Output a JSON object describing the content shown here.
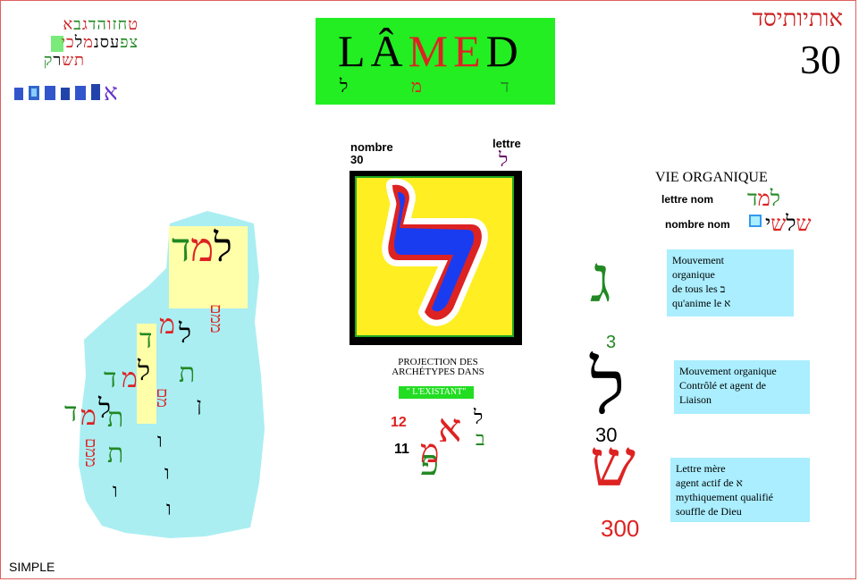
{
  "title": {
    "letters": [
      "L",
      "Â",
      "M",
      "E",
      "D"
    ],
    "letter_colors": [
      "#000000",
      "#000000",
      "#dd2222",
      "#dd2222",
      "#000000"
    ],
    "hebrew": [
      "ל",
      "מ",
      "ד"
    ],
    "hebrew_colors": [
      "#000000",
      "#dd2222",
      "#228822"
    ]
  },
  "corner": {
    "heading": "אותיותיסד",
    "number": "30"
  },
  "alphabet": {
    "row1": [
      "ט",
      "ח",
      "ז",
      "ו",
      "ה",
      "ד",
      "ג",
      "ב",
      "א"
    ],
    "row1_colors": [
      "#cc2222",
      "#228822",
      "#228822",
      "#cc2222",
      "#228822",
      "#228822",
      "#cc2222",
      "#228822",
      "#cc2222"
    ],
    "row2": [
      "צ",
      "פ",
      "ע",
      "ס",
      "נ",
      "מ",
      "ל",
      "כ",
      "י"
    ],
    "row2_colors": [
      "#228822",
      "#228822",
      "#000000",
      "#000000",
      "#000000",
      "#cc2222",
      "#000000",
      "#cc2222",
      "#cc2222"
    ],
    "row3": [
      "ת",
      "ש",
      "ר",
      "ק"
    ],
    "row3_colors": [
      "#cc2222",
      "#cc2222",
      "#000000",
      "#228822"
    ]
  },
  "center": {
    "nombre_label": "nombre",
    "nombre_value": "30",
    "lettre_label": "lettre",
    "lettre_char": "ל",
    "main_letter": "ל",
    "projection_text": "PROJECTION DES ARCHÉTYPES DANS",
    "existant": "\" L'EXISTANT\"",
    "num12": "12",
    "num11": "11",
    "small_heb": [
      "ל",
      "ב"
    ],
    "big_heb": [
      "א",
      "ב",
      "מ",
      "ל"
    ]
  },
  "right": {
    "vie": "VIE ORGANIQUE",
    "lettre_nom_label": "lettre nom",
    "lettre_nom_heb": "למד",
    "nombre_nom_label": "nombre nom",
    "nombre_nom_heb": "שלשי",
    "box1": [
      "Mouvement",
      "organique",
      "de tous les ב",
      "qu'anime le א"
    ],
    "box2": [
      "Mouvement organique",
      "Contrôlé et agent de",
      "Liaison"
    ],
    "box3": [
      "Lettre mère",
      "agent actif de א",
      "mythiquement qualifié",
      "souffle de Dieu"
    ],
    "col_gimel": "ג",
    "col_lamed": "ל",
    "col_shin": "ש",
    "n3": "3",
    "n30": "30",
    "n300": "300"
  },
  "left_cloud": {
    "top_word": "למד",
    "mem_word": "מם",
    "dalet_word": "דלת",
    "chars": [
      "ל",
      "מ",
      "ד",
      "ת",
      "ם",
      "ן",
      "ו"
    ]
  },
  "footer": {
    "mode": "SIMPLE"
  }
}
